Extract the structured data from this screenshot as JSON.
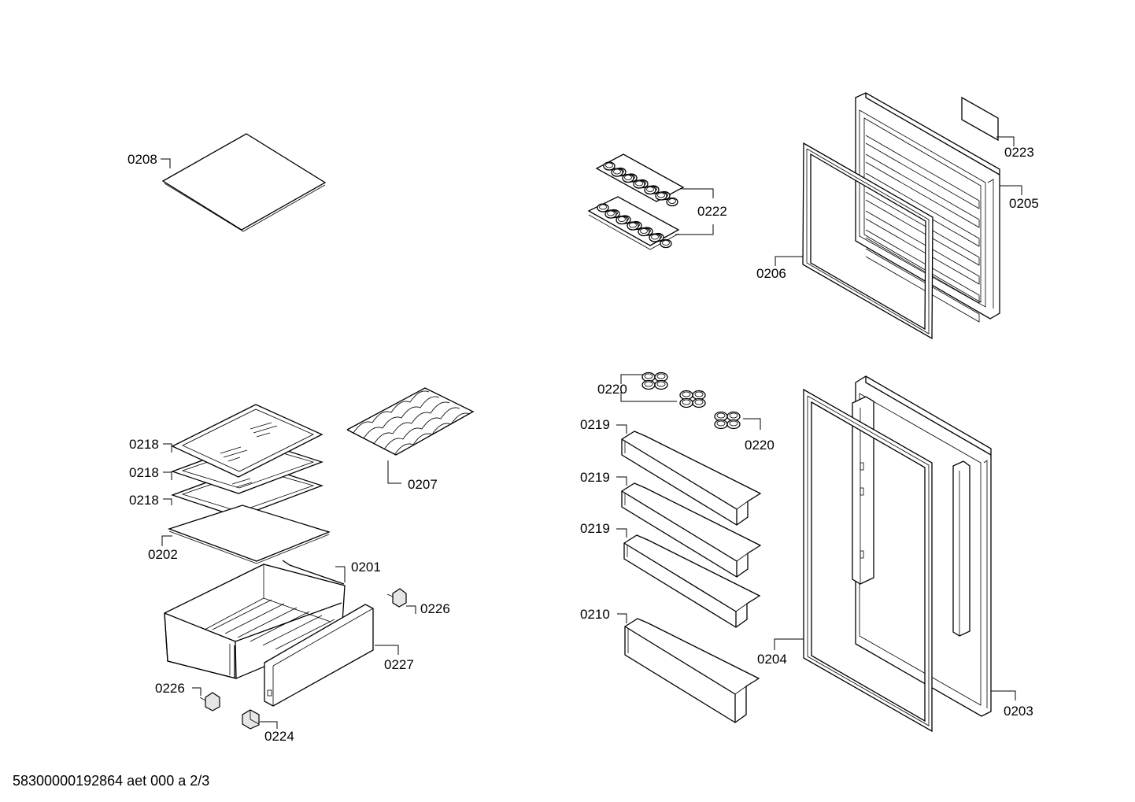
{
  "document_code": "58300000192864 aet 000 a 2/3",
  "labels": {
    "p0208": "0208",
    "p0222": "0222",
    "p0223": "0223",
    "p0205": "0205",
    "p0206": "0206",
    "p0218a": "0218",
    "p0218b": "0218",
    "p0218c": "0218",
    "p0207": "0207",
    "p0202": "0202",
    "p0201": "0201",
    "p0226a": "0226",
    "p0227": "0227",
    "p0226b": "0226",
    "p0224": "0224",
    "p0220a": "0220",
    "p0220b": "0220",
    "p0219a": "0219",
    "p0219b": "0219",
    "p0219c": "0219",
    "p0210": "0210",
    "p0204": "0204",
    "p0203": "0203"
  }
}
